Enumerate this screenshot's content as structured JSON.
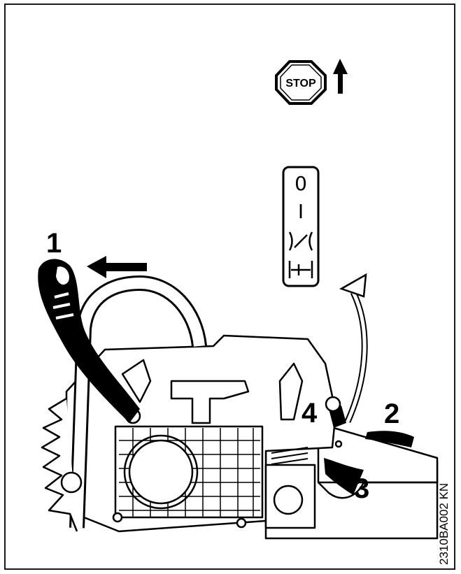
{
  "stop_sign": {
    "label": "STOP"
  },
  "switch_positions": [
    "0",
    "I"
  ],
  "callouts": {
    "c1": "1",
    "c2": "2",
    "c3": "3",
    "c4": "4"
  },
  "figure_code": "2310BA002 KN"
}
